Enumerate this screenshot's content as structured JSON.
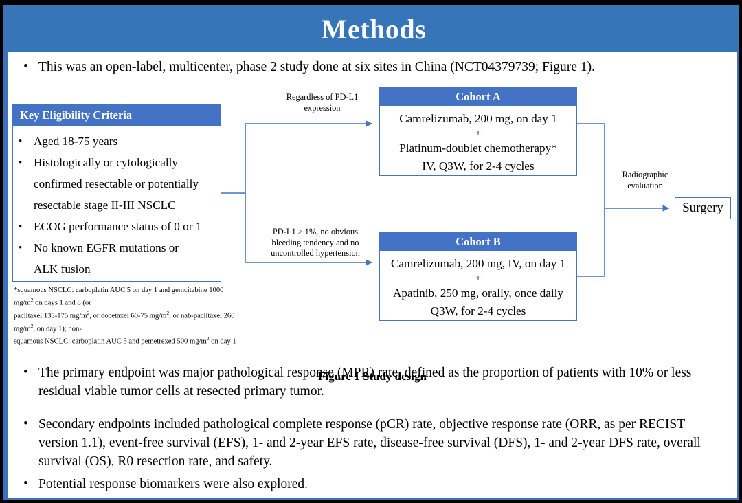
{
  "slide": {
    "title": "Methods",
    "accent_blue": "#3575b8",
    "box_blue": "#4472c4",
    "frame_blue": "#3c72b9"
  },
  "intro_bullet": {
    "marker": "•",
    "text": "This was an open-label, multicenter, phase 2 study done at six sites in China (NCT04379739; Figure 1)."
  },
  "figure": {
    "caption": "Figure 1 Study design",
    "eligibility": {
      "header": "Key  Eligibility Criteria",
      "items": [
        "Aged 18-75 years",
        "Histologically or cytologically",
        "confirmed resectable or potentially",
        "resectable stage II-III  NSCLC",
        "ECOG performance status of 0 or 1",
        "No known EGFR mutations or",
        "ALK fusion"
      ],
      "bulleted": [
        true,
        true,
        false,
        false,
        true,
        true,
        false
      ],
      "marker": "•"
    },
    "footnote_lines": [
      "*squamous NSCLC: carboplatin AUC 5 on day 1 and gemcitabine 1000 mg/m2 on days 1 and 8 (or",
      "paclitaxel 135-175 mg/m2, or docetaxel 60-75 mg/m2, or nab-paclitaxel 260 mg/m2, on day 1); non-",
      "squamous NSCLC: carboplatin AUC 5 and pemetrexed 500 mg/m2 on day 1"
    ],
    "cohort_a": {
      "header": "Cohort A",
      "line1": "Camrelizumab, 200 mg, on day 1",
      "plus": "+",
      "line2": "Platinum-doublet chemotherapy*",
      "line3": "IV, Q3W, for 2-4 cycles"
    },
    "cohort_b": {
      "header": "Cohort B",
      "line1": "Camrelizumab, 200 mg, IV, on day 1",
      "plus": "+",
      "line2": "Apatinib, 250 mg, orally, once daily",
      "line3": "Q3W, for 2-4 cycles"
    },
    "arrow_label_a": [
      "Regardless of PD-L1",
      "expression"
    ],
    "arrow_label_b": [
      "PD-L1 ≥ 1%, no obvious",
      "bleeding tendency and no",
      "uncontrolled hypertension"
    ],
    "arrow_label_right": [
      "Radiographic",
      "evaluation"
    ],
    "surgery": "Surgery"
  },
  "endpoints": [
    {
      "marker": "•",
      "text": "The primary endpoint was major pathological response (MPR) rate, defined as the proportion of patients with 10% or less residual viable tumor cells at resected primary tumor."
    },
    {
      "marker": "•",
      "text": "Secondary endpoints included pathological complete response (pCR) rate, objective response rate (ORR, as per RECIST version 1.1), event-free survival (EFS), 1- and 2-year EFS rate, disease-free survival (DFS), 1- and 2-year DFS rate, overall survival (OS), R0 resection rate, and safety."
    },
    {
      "marker": "•",
      "text": "Potential response biomarkers were also explored."
    }
  ]
}
